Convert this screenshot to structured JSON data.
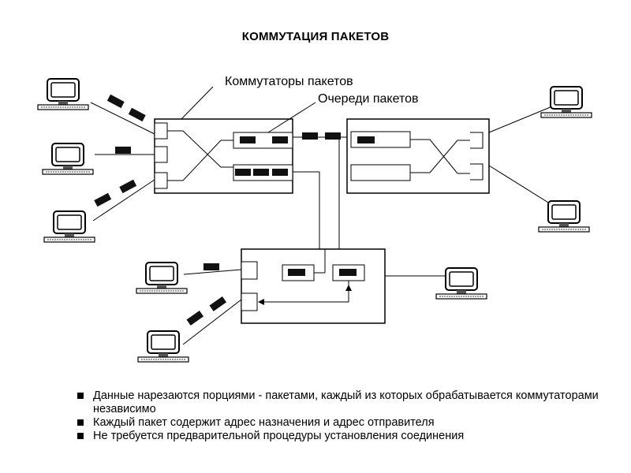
{
  "title": "КОММУТАЦИЯ ПАКЕТОВ",
  "labels": {
    "switches": "Коммутаторы пакетов",
    "queues": "Очереди пакетов"
  },
  "bullets": [
    "Данные нарезаются порциями - пакетами, каждый из которых обрабатывается коммутаторами независимо",
    "Каждый пакет содержит адрес назначения и адрес отправителя",
    "Не требуется предварительной процедуры установления соединения"
  ]
}
